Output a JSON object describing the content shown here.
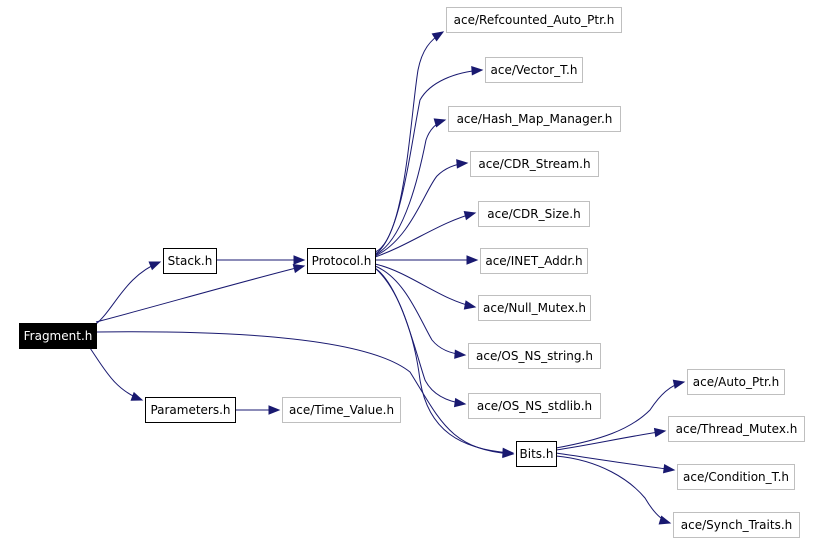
{
  "graph": {
    "nodes": [
      {
        "id": "fragment",
        "label": "Fragment.h",
        "style": "root"
      },
      {
        "id": "stack",
        "label": "Stack.h",
        "style": "local"
      },
      {
        "id": "protocol",
        "label": "Protocol.h",
        "style": "local"
      },
      {
        "id": "parameters",
        "label": "Parameters.h",
        "style": "local"
      },
      {
        "id": "bits",
        "label": "Bits.h",
        "style": "local"
      },
      {
        "id": "time_value",
        "label": "ace/Time_Value.h",
        "style": "external"
      },
      {
        "id": "refcounted",
        "label": "ace/Refcounted_Auto_Ptr.h",
        "style": "external"
      },
      {
        "id": "vector_t",
        "label": "ace/Vector_T.h",
        "style": "external"
      },
      {
        "id": "hash_map",
        "label": "ace/Hash_Map_Manager.h",
        "style": "external"
      },
      {
        "id": "cdr_stream",
        "label": "ace/CDR_Stream.h",
        "style": "external"
      },
      {
        "id": "cdr_size",
        "label": "ace/CDR_Size.h",
        "style": "external"
      },
      {
        "id": "inet_addr",
        "label": "ace/INET_Addr.h",
        "style": "external"
      },
      {
        "id": "null_mutex",
        "label": "ace/Null_Mutex.h",
        "style": "external"
      },
      {
        "id": "os_string",
        "label": "ace/OS_NS_string.h",
        "style": "external"
      },
      {
        "id": "os_stdlib",
        "label": "ace/OS_NS_stdlib.h",
        "style": "external"
      },
      {
        "id": "auto_ptr",
        "label": "ace/Auto_Ptr.h",
        "style": "external"
      },
      {
        "id": "thread_mutex",
        "label": "ace/Thread_Mutex.h",
        "style": "external"
      },
      {
        "id": "condition_t",
        "label": "ace/Condition_T.h",
        "style": "external"
      },
      {
        "id": "synch_traits",
        "label": "ace/Synch_Traits.h",
        "style": "external"
      }
    ],
    "edges": [
      {
        "from": "fragment",
        "to": "stack"
      },
      {
        "from": "fragment",
        "to": "protocol"
      },
      {
        "from": "fragment",
        "to": "parameters"
      },
      {
        "from": "fragment",
        "to": "bits"
      },
      {
        "from": "stack",
        "to": "protocol"
      },
      {
        "from": "parameters",
        "to": "time_value"
      },
      {
        "from": "protocol",
        "to": "refcounted"
      },
      {
        "from": "protocol",
        "to": "vector_t"
      },
      {
        "from": "protocol",
        "to": "hash_map"
      },
      {
        "from": "protocol",
        "to": "cdr_stream"
      },
      {
        "from": "protocol",
        "to": "cdr_size"
      },
      {
        "from": "protocol",
        "to": "inet_addr"
      },
      {
        "from": "protocol",
        "to": "null_mutex"
      },
      {
        "from": "protocol",
        "to": "os_string"
      },
      {
        "from": "protocol",
        "to": "os_stdlib"
      },
      {
        "from": "protocol",
        "to": "bits"
      },
      {
        "from": "bits",
        "to": "auto_ptr"
      },
      {
        "from": "bits",
        "to": "thread_mutex"
      },
      {
        "from": "bits",
        "to": "condition_t"
      },
      {
        "from": "bits",
        "to": "synch_traits"
      }
    ]
  },
  "colors": {
    "edge": "#191970",
    "root_fill": "#000000",
    "root_text": "#ffffff",
    "local_border": "#000000",
    "external_border": "#bfbfbf",
    "text": "#000000"
  }
}
